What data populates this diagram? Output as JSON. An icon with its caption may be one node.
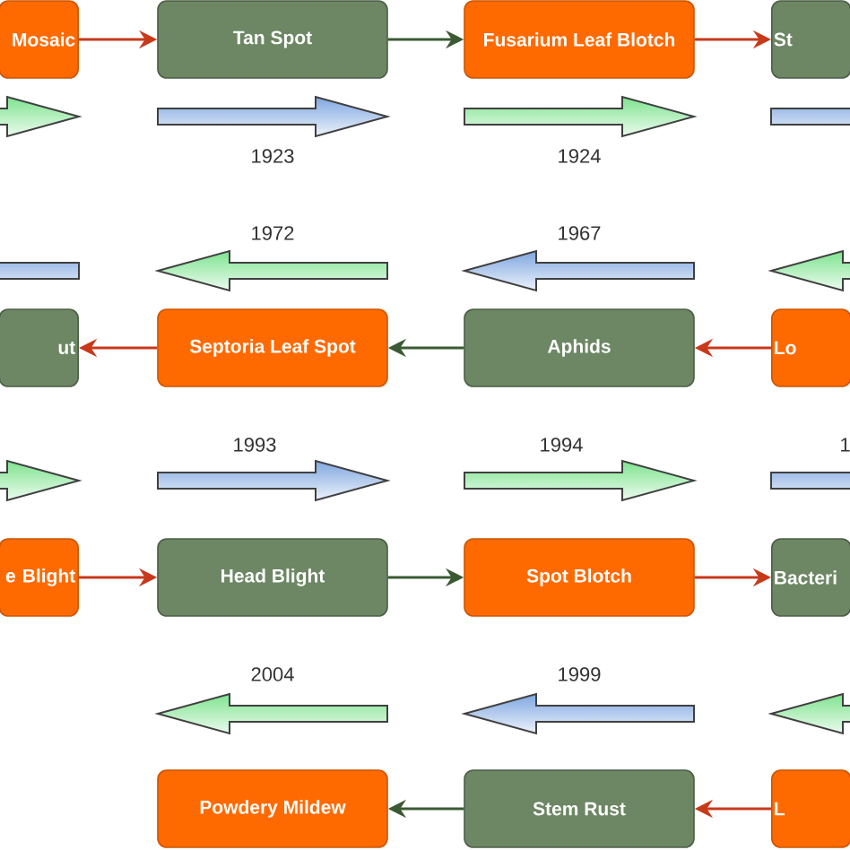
{
  "diagram": {
    "nodes": [
      {
        "text": [
          "Mosaic"
        ]
      },
      {
        "text": [
          "Tan Spot"
        ]
      },
      {
        "text": [
          "Fusarium Leaf Blotch"
        ]
      },
      {
        "text": [
          "St"
        ]
      },
      {
        "text": [
          "ut"
        ]
      },
      {
        "text": [
          "Septoria Leaf Spot"
        ]
      },
      {
        "text": [
          "Aphids"
        ]
      },
      {
        "text": [
          "Lo"
        ]
      },
      {
        "text": [
          "e Blight"
        ]
      },
      {
        "text": [
          "Head Blight"
        ]
      },
      {
        "text": [
          "Spot Blotch"
        ]
      },
      {
        "text": [
          "Bacteri"
        ]
      },
      {
        "text": [
          "Powdery Mildew"
        ]
      },
      {
        "text": [
          "Stem Rust"
        ]
      },
      {
        "text": [
          "L"
        ]
      }
    ],
    "edges": [
      {
        "from": 0,
        "to": 1,
        "arrow": "to"
      },
      {
        "from": 1,
        "to": 2,
        "arrow": "to",
        "color": "#3b5a33"
      },
      {
        "from": 2,
        "to": 3,
        "arrow": "to"
      },
      {
        "from": 7,
        "to": 6,
        "arrow": "to"
      },
      {
        "from": 6,
        "to": 5,
        "arrow": "to",
        "color": "#3b5a33"
      },
      {
        "from": 5,
        "to": 4,
        "arrow": "to"
      },
      {
        "from": 8,
        "to": 9,
        "arrow": "to"
      },
      {
        "from": 9,
        "to": 10,
        "arrow": "to",
        "color": "#3b5a33"
      },
      {
        "from": 10,
        "to": 11,
        "arrow": "to"
      },
      {
        "from": 14,
        "to": 13,
        "arrow": "to"
      },
      {
        "from": 13,
        "to": 12,
        "arrow": "to",
        "color": "#3b5a33"
      }
    ],
    "labels": [
      "1923",
      "1924",
      "1972",
      "1967",
      "1993",
      "1994",
      "1",
      "2004",
      "1999"
    ]
  }
}
